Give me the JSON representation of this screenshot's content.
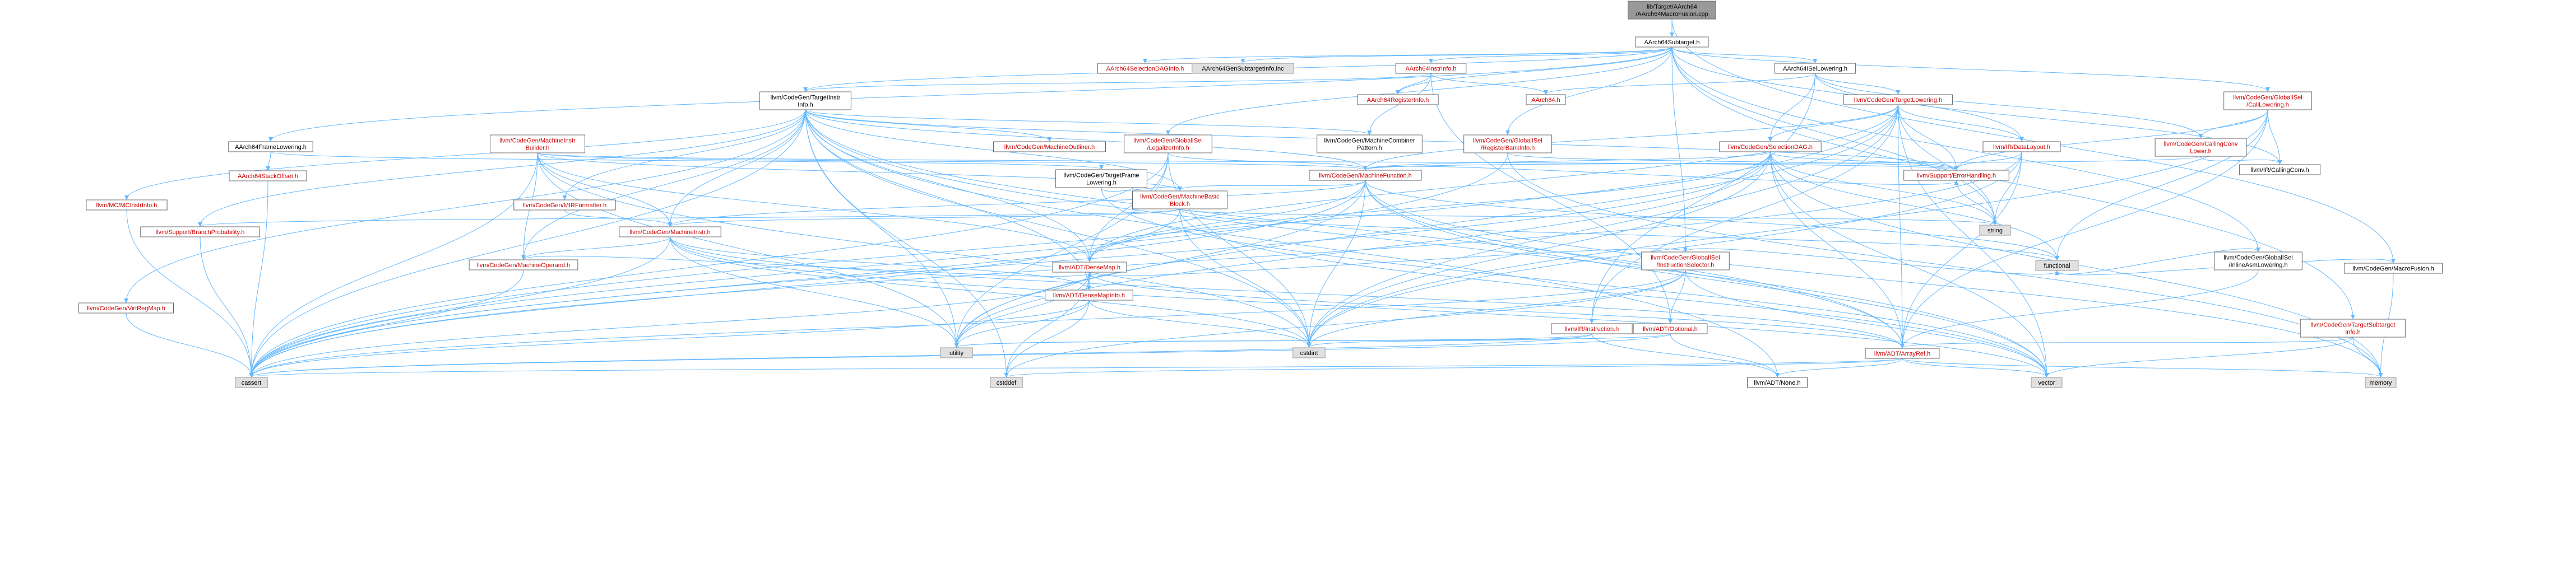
{
  "colors": {
    "root_fill": "#999999",
    "node_fill": "#ffffff",
    "node_stroke": "#666666",
    "ext_fill": "#e0e0e0",
    "ext_stroke": "#999999",
    "text": "#000000",
    "link_text": "#cc0000",
    "edge": "#63b8ff"
  },
  "nodes": [
    {
      "id": "root",
      "lines": [
        "lib/Target/AArch64",
        "/AArch64MacroFusion.cpp"
      ],
      "kind": "root"
    },
    {
      "id": "subtarget",
      "lines": [
        "AArch64Subtarget.h"
      ],
      "kind": "normal"
    },
    {
      "id": "macrofusion",
      "lines": [
        "llvm/CodeGen/MacroFusion.h"
      ],
      "kind": "normal"
    },
    {
      "id": "seldaginfo",
      "lines": [
        "AArch64SelectionDAGInfo.h"
      ],
      "kind": "link"
    },
    {
      "id": "gensubtarget",
      "lines": [
        "AArch64GenSubtargetInfo.inc"
      ],
      "kind": "ext"
    },
    {
      "id": "instrinfo",
      "lines": [
        "AArch64InstrInfo.h"
      ],
      "kind": "link"
    },
    {
      "id": "isellowering",
      "lines": [
        "AArch64ISelLowering.h"
      ],
      "kind": "normal"
    },
    {
      "id": "gi_calllowering",
      "lines": [
        "llvm/CodeGen/GlobalISel",
        "/CallLowering.h"
      ],
      "kind": "link"
    },
    {
      "id": "aarch64h",
      "lines": [
        "AArch64.h"
      ],
      "kind": "link"
    },
    {
      "id": "reginfo",
      "lines": [
        "AArch64RegisterInfo.h"
      ],
      "kind": "link"
    },
    {
      "id": "targetinstrinfo",
      "lines": [
        "llvm/CodeGen/TargetInstr",
        "Info.h"
      ],
      "kind": "normal"
    },
    {
      "id": "targetlowering",
      "lines": [
        "llvm/CodeGen/TargetLowering.h"
      ],
      "kind": "link"
    },
    {
      "id": "callingconvlower",
      "lines": [
        "llvm/CodeGen/CallingConv",
        "Lower.h"
      ],
      "kind": "link"
    },
    {
      "id": "framelowering",
      "lines": [
        "AArch64FrameLowering.h"
      ],
      "kind": "normal"
    },
    {
      "id": "machineinstrbuilder",
      "lines": [
        "llvm/CodeGen/MachineInstr",
        "Builder.h"
      ],
      "kind": "link"
    },
    {
      "id": "machineoutliner",
      "lines": [
        "llvm/CodeGen/MachineOutliner.h"
      ],
      "kind": "link"
    },
    {
      "id": "gi_legalizerinfo",
      "lines": [
        "llvm/CodeGen/GlobalISel",
        "/LegalizerInfo.h"
      ],
      "kind": "link"
    },
    {
      "id": "machinecombiner",
      "lines": [
        "llvm/CodeGen/MachineCombiner",
        "Pattern.h"
      ],
      "kind": "normal"
    },
    {
      "id": "gi_regbankinfo",
      "lines": [
        "llvm/CodeGen/GlobalISel",
        "/RegisterBankInfo.h"
      ],
      "kind": "link"
    },
    {
      "id": "selectiondag",
      "lines": [
        "llvm/CodeGen/SelectionDAG.h"
      ],
      "kind": "link"
    },
    {
      "id": "datalayout",
      "lines": [
        "llvm/IR/DataLayout.h"
      ],
      "kind": "link"
    },
    {
      "id": "callingconv",
      "lines": [
        "llvm/IR/CallingConv.h"
      ],
      "kind": "normal"
    },
    {
      "id": "stackoffset",
      "lines": [
        "AArch64StackOffset.h"
      ],
      "kind": "link"
    },
    {
      "id": "targetframelowering",
      "lines": [
        "llvm/CodeGen/TargetFrame",
        "Lowering.h"
      ],
      "kind": "normal"
    },
    {
      "id": "machinefunction",
      "lines": [
        "llvm/CodeGen/MachineFunction.h"
      ],
      "kind": "link"
    },
    {
      "id": "errorhandling",
      "lines": [
        "llvm/Support/ErrorHandling.h"
      ],
      "kind": "link"
    },
    {
      "id": "mcinstrinfo",
      "lines": [
        "llvm/MC/MCInstrInfo.h"
      ],
      "kind": "link"
    },
    {
      "id": "mirformatter",
      "lines": [
        "llvm/CodeGen/MIRFormatter.h"
      ],
      "kind": "link"
    },
    {
      "id": "machinebasicblock",
      "lines": [
        "llvm/CodeGen/MachineBasic",
        "Block.h"
      ],
      "kind": "link"
    },
    {
      "id": "string",
      "lines": [
        "string"
      ],
      "kind": "ext"
    },
    {
      "id": "branchprob",
      "lines": [
        "llvm/Support/BranchProbability.h"
      ],
      "kind": "link"
    },
    {
      "id": "machineinstr",
      "lines": [
        "llvm/CodeGen/MachineInstr.h"
      ],
      "kind": "link"
    },
    {
      "id": "gi_instrselector",
      "lines": [
        "llvm/CodeGen/GlobalISel",
        "/InstructionSelector.h"
      ],
      "kind": "link"
    },
    {
      "id": "gi_inlineasm",
      "lines": [
        "llvm/CodeGen/GlobalISel",
        "/InlineAsmLowering.h"
      ],
      "kind": "normal"
    },
    {
      "id": "functional",
      "lines": [
        "functional"
      ],
      "kind": "ext"
    },
    {
      "id": "machineoperand",
      "lines": [
        "llvm/CodeGen/MachineOperand.h"
      ],
      "kind": "link"
    },
    {
      "id": "virtregmap",
      "lines": [
        "llvm/CodeGen/VirtRegMap.h"
      ],
      "kind": "link"
    },
    {
      "id": "densemap",
      "lines": [
        "llvm/ADT/DenseMap.h"
      ],
      "kind": "link"
    },
    {
      "id": "densemapinfo",
      "lines": [
        "llvm/ADT/DenseMapInfo.h"
      ],
      "kind": "link"
    },
    {
      "id": "instruction",
      "lines": [
        "llvm/IR/Instruction.h"
      ],
      "kind": "link"
    },
    {
      "id": "optional",
      "lines": [
        "llvm/ADT/Optional.h"
      ],
      "kind": "link"
    },
    {
      "id": "targetsubtargetinfo",
      "lines": [
        "llvm/CodeGen/TargetSubtarget",
        "Info.h"
      ],
      "kind": "link"
    },
    {
      "id": "utility",
      "lines": [
        "utility"
      ],
      "kind": "ext"
    },
    {
      "id": "cstdint",
      "lines": [
        "cstdint"
      ],
      "kind": "ext"
    },
    {
      "id": "arrayref",
      "lines": [
        "llvm/ADT/ArrayRef.h"
      ],
      "kind": "link"
    },
    {
      "id": "cassert",
      "lines": [
        "cassert"
      ],
      "kind": "ext"
    },
    {
      "id": "cstddef",
      "lines": [
        "cstddef"
      ],
      "kind": "ext"
    },
    {
      "id": "none",
      "lines": [
        "llvm/ADT/None.h"
      ],
      "kind": "normal"
    },
    {
      "id": "vector",
      "lines": [
        "vector"
      ],
      "kind": "ext"
    },
    {
      "id": "memory",
      "lines": [
        "memory"
      ],
      "kind": "ext"
    }
  ],
  "edges": [
    [
      "root",
      "subtarget"
    ],
    [
      "root",
      "macrofusion"
    ],
    [
      "subtarget",
      "seldaginfo"
    ],
    [
      "subtarget",
      "gensubtarget"
    ],
    [
      "subtarget",
      "instrinfo"
    ],
    [
      "subtarget",
      "isellowering"
    ],
    [
      "subtarget",
      "gi_calllowering"
    ],
    [
      "subtarget",
      "reginfo"
    ],
    [
      "subtarget",
      "framelowering"
    ],
    [
      "subtarget",
      "gi_legalizerinfo"
    ],
    [
      "subtarget",
      "gi_regbankinfo"
    ],
    [
      "subtarget",
      "datalayout"
    ],
    [
      "subtarget",
      "gi_instrselector"
    ],
    [
      "subtarget",
      "gi_inlineasm"
    ],
    [
      "subtarget",
      "targetsubtargetinfo"
    ],
    [
      "subtarget",
      "string"
    ],
    [
      "subtarget",
      "targetinstrinfo"
    ],
    [
      "macrofusion",
      "functional"
    ],
    [
      "macrofusion",
      "memory"
    ],
    [
      "instrinfo",
      "aarch64h"
    ],
    [
      "instrinfo",
      "reginfo"
    ],
    [
      "instrinfo",
      "targetinstrinfo"
    ],
    [
      "instrinfo",
      "machinecombiner"
    ],
    [
      "instrinfo",
      "optional"
    ],
    [
      "isellowering",
      "aarch64h"
    ],
    [
      "isellowering",
      "targetlowering"
    ],
    [
      "isellowering",
      "callingconvlower"
    ],
    [
      "isellowering",
      "selectiondag"
    ],
    [
      "isellowering",
      "callingconv"
    ],
    [
      "isellowering",
      "instruction"
    ],
    [
      "gi_calllowering",
      "callingconvlower"
    ],
    [
      "gi_calllowering",
      "callingconv"
    ],
    [
      "gi_calllowering",
      "errorhandling"
    ],
    [
      "gi_calllowering",
      "arrayref"
    ],
    [
      "gi_calllowering",
      "cstdint"
    ],
    [
      "gi_calllowering",
      "functional"
    ],
    [
      "targetinstrinfo",
      "machinebasicblock"
    ],
    [
      "targetinstrinfo",
      "machinefunction"
    ],
    [
      "targetinstrinfo",
      "machineinstr"
    ],
    [
      "targetinstrinfo",
      "machineoperand"
    ],
    [
      "targetinstrinfo",
      "machinecombiner"
    ],
    [
      "targetinstrinfo",
      "mcinstrinfo"
    ],
    [
      "targetinstrinfo",
      "branchprob"
    ],
    [
      "targetinstrinfo",
      "errorhandling"
    ],
    [
      "targetinstrinfo",
      "mirformatter"
    ],
    [
      "targetinstrinfo",
      "machineoutliner"
    ],
    [
      "targetinstrinfo",
      "virtregmap"
    ],
    [
      "targetinstrinfo",
      "densemap"
    ],
    [
      "targetinstrinfo",
      "arrayref"
    ],
    [
      "targetinstrinfo",
      "none"
    ],
    [
      "targetinstrinfo",
      "cassert"
    ],
    [
      "targetinstrinfo",
      "cstddef"
    ],
    [
      "targetinstrinfo",
      "cstdint"
    ],
    [
      "targetinstrinfo",
      "utility"
    ],
    [
      "targetinstrinfo",
      "vector"
    ],
    [
      "targetinstrinfo",
      "densemapinfo"
    ],
    [
      "targetlowering",
      "selectiondag"
    ],
    [
      "targetlowering",
      "datalayout"
    ],
    [
      "targetlowering",
      "errorhandling"
    ],
    [
      "targetlowering",
      "machinefunction"
    ],
    [
      "targetlowering",
      "instruction"
    ],
    [
      "targetlowering",
      "arrayref"
    ],
    [
      "targetlowering",
      "densemap"
    ],
    [
      "targetlowering",
      "string"
    ],
    [
      "targetlowering",
      "vector"
    ],
    [
      "targetlowering",
      "cstdint"
    ],
    [
      "targetlowering",
      "utility"
    ],
    [
      "targetlowering",
      "cassert"
    ],
    [
      "callingconvlower",
      "callingconv"
    ],
    [
      "callingconvlower",
      "machinefunction"
    ],
    [
      "framelowering",
      "stackoffset"
    ],
    [
      "framelowering",
      "targetframelowering"
    ],
    [
      "machineinstrbuilder",
      "machinefunction"
    ],
    [
      "machineinstrbuilder",
      "machinebasicblock"
    ],
    [
      "machineinstrbuilder",
      "machineinstr"
    ],
    [
      "machineinstrbuilder",
      "machineoperand"
    ],
    [
      "machineinstrbuilder",
      "errorhandling"
    ],
    [
      "machineinstrbuilder",
      "cassert"
    ],
    [
      "machineinstrbuilder",
      "cstdint"
    ],
    [
      "machineinstrbuilder",
      "utility"
    ],
    [
      "machineinstrbuilder",
      "densemap"
    ],
    [
      "gi_legalizerinfo",
      "machinefunction"
    ],
    [
      "gi_legalizerinfo",
      "densemap"
    ],
    [
      "gi_legalizerinfo",
      "cassert"
    ],
    [
      "gi_legalizerinfo",
      "cstdint"
    ],
    [
      "gi_legalizerinfo",
      "utility"
    ],
    [
      "gi_regbankinfo",
      "errorhandling"
    ],
    [
      "gi_regbankinfo",
      "cassert"
    ],
    [
      "gi_regbankinfo",
      "memory"
    ],
    [
      "selectiondag",
      "machinefunction"
    ],
    [
      "selectiondag",
      "arrayref"
    ],
    [
      "selectiondag",
      "densemap"
    ],
    [
      "selectiondag",
      "errorhandling"
    ],
    [
      "selectiondag",
      "cassert"
    ],
    [
      "selectiondag",
      "cstdint"
    ],
    [
      "selectiondag",
      "functional"
    ],
    [
      "selectiondag",
      "string"
    ],
    [
      "selectiondag",
      "utility"
    ],
    [
      "selectiondag",
      "vector"
    ],
    [
      "selectiondag",
      "memory"
    ],
    [
      "datalayout",
      "errorhandling"
    ],
    [
      "datalayout",
      "arrayref"
    ],
    [
      "datalayout",
      "cassert"
    ],
    [
      "datalayout",
      "cstdint"
    ],
    [
      "datalayout",
      "string"
    ],
    [
      "stackoffset",
      "cassert"
    ],
    [
      "targetframelowering",
      "machinebasicblock"
    ],
    [
      "targetframelowering",
      "vector"
    ],
    [
      "machinefunction",
      "machinebasicblock"
    ],
    [
      "machinefunction",
      "machineinstr"
    ],
    [
      "machinefunction",
      "densemap"
    ],
    [
      "machinefunction",
      "arrayref"
    ],
    [
      "machinefunction",
      "errorhandling"
    ],
    [
      "machinefunction",
      "cassert"
    ],
    [
      "machinefunction",
      "cstdint"
    ],
    [
      "machinefunction",
      "memory"
    ],
    [
      "machinefunction",
      "utility"
    ],
    [
      "machinefunction",
      "vector"
    ],
    [
      "machinefunction",
      "functional"
    ],
    [
      "errorhandling",
      "string"
    ],
    [
      "mcinstrinfo",
      "cassert"
    ],
    [
      "mirformatter",
      "machineinstr"
    ],
    [
      "machinebasicblock",
      "machineinstr"
    ],
    [
      "machinebasicblock",
      "branchprob"
    ],
    [
      "machinebasicblock",
      "cassert"
    ],
    [
      "machinebasicblock",
      "functional"
    ],
    [
      "machinebasicblock",
      "string"
    ],
    [
      "machinebasicblock",
      "vector"
    ],
    [
      "machinebasicblock",
      "cstdint"
    ],
    [
      "branchprob",
      "cassert"
    ],
    [
      "machineinstr",
      "machineoperand"
    ],
    [
      "machineinstr",
      "densemapinfo"
    ],
    [
      "machineinstr",
      "arrayref"
    ],
    [
      "machineinstr",
      "cassert"
    ],
    [
      "machineinstr",
      "cstdint"
    ],
    [
      "machineinstr",
      "utility"
    ],
    [
      "machineinstr",
      "vector"
    ],
    [
      "gi_instrselector",
      "densemap"
    ],
    [
      "gi_instrselector",
      "optional"
    ],
    [
      "gi_instrselector",
      "cstdint"
    ],
    [
      "gi_instrselector",
      "functional"
    ],
    [
      "gi_instrselector",
      "vector"
    ],
    [
      "gi_instrselector",
      "cassert"
    ],
    [
      "gi_instrselector",
      "cstddef"
    ],
    [
      "gi_inlineasm",
      "arrayref"
    ],
    [
      "gi_inlineasm",
      "functional"
    ],
    [
      "machineoperand",
      "densemap"
    ],
    [
      "machineoperand",
      "cassert"
    ],
    [
      "virtregmap",
      "cassert"
    ],
    [
      "densemap",
      "densemapinfo"
    ],
    [
      "densemap",
      "cassert"
    ],
    [
      "densemap",
      "cstddef"
    ],
    [
      "densemap",
      "utility"
    ],
    [
      "densemap",
      "arrayref"
    ],
    [
      "densemapinfo",
      "cassert"
    ],
    [
      "densemapinfo",
      "cstddef"
    ],
    [
      "densemapinfo",
      "cstdint"
    ],
    [
      "densemapinfo",
      "utility"
    ],
    [
      "instruction",
      "cstdint"
    ],
    [
      "instruction",
      "utility"
    ],
    [
      "instruction",
      "none"
    ],
    [
      "instruction",
      "cassert"
    ],
    [
      "optional",
      "none"
    ],
    [
      "optional",
      "cassert"
    ],
    [
      "optional",
      "utility"
    ],
    [
      "targetsubtargetinfo",
      "arrayref"
    ],
    [
      "targetsubtargetinfo",
      "memory"
    ],
    [
      "targetsubtargetinfo",
      "vector"
    ],
    [
      "arrayref",
      "none"
    ],
    [
      "arrayref",
      "cassert"
    ],
    [
      "arrayref",
      "cstddef"
    ],
    [
      "arrayref",
      "memory"
    ],
    [
      "arrayref",
      "vector"
    ]
  ]
}
